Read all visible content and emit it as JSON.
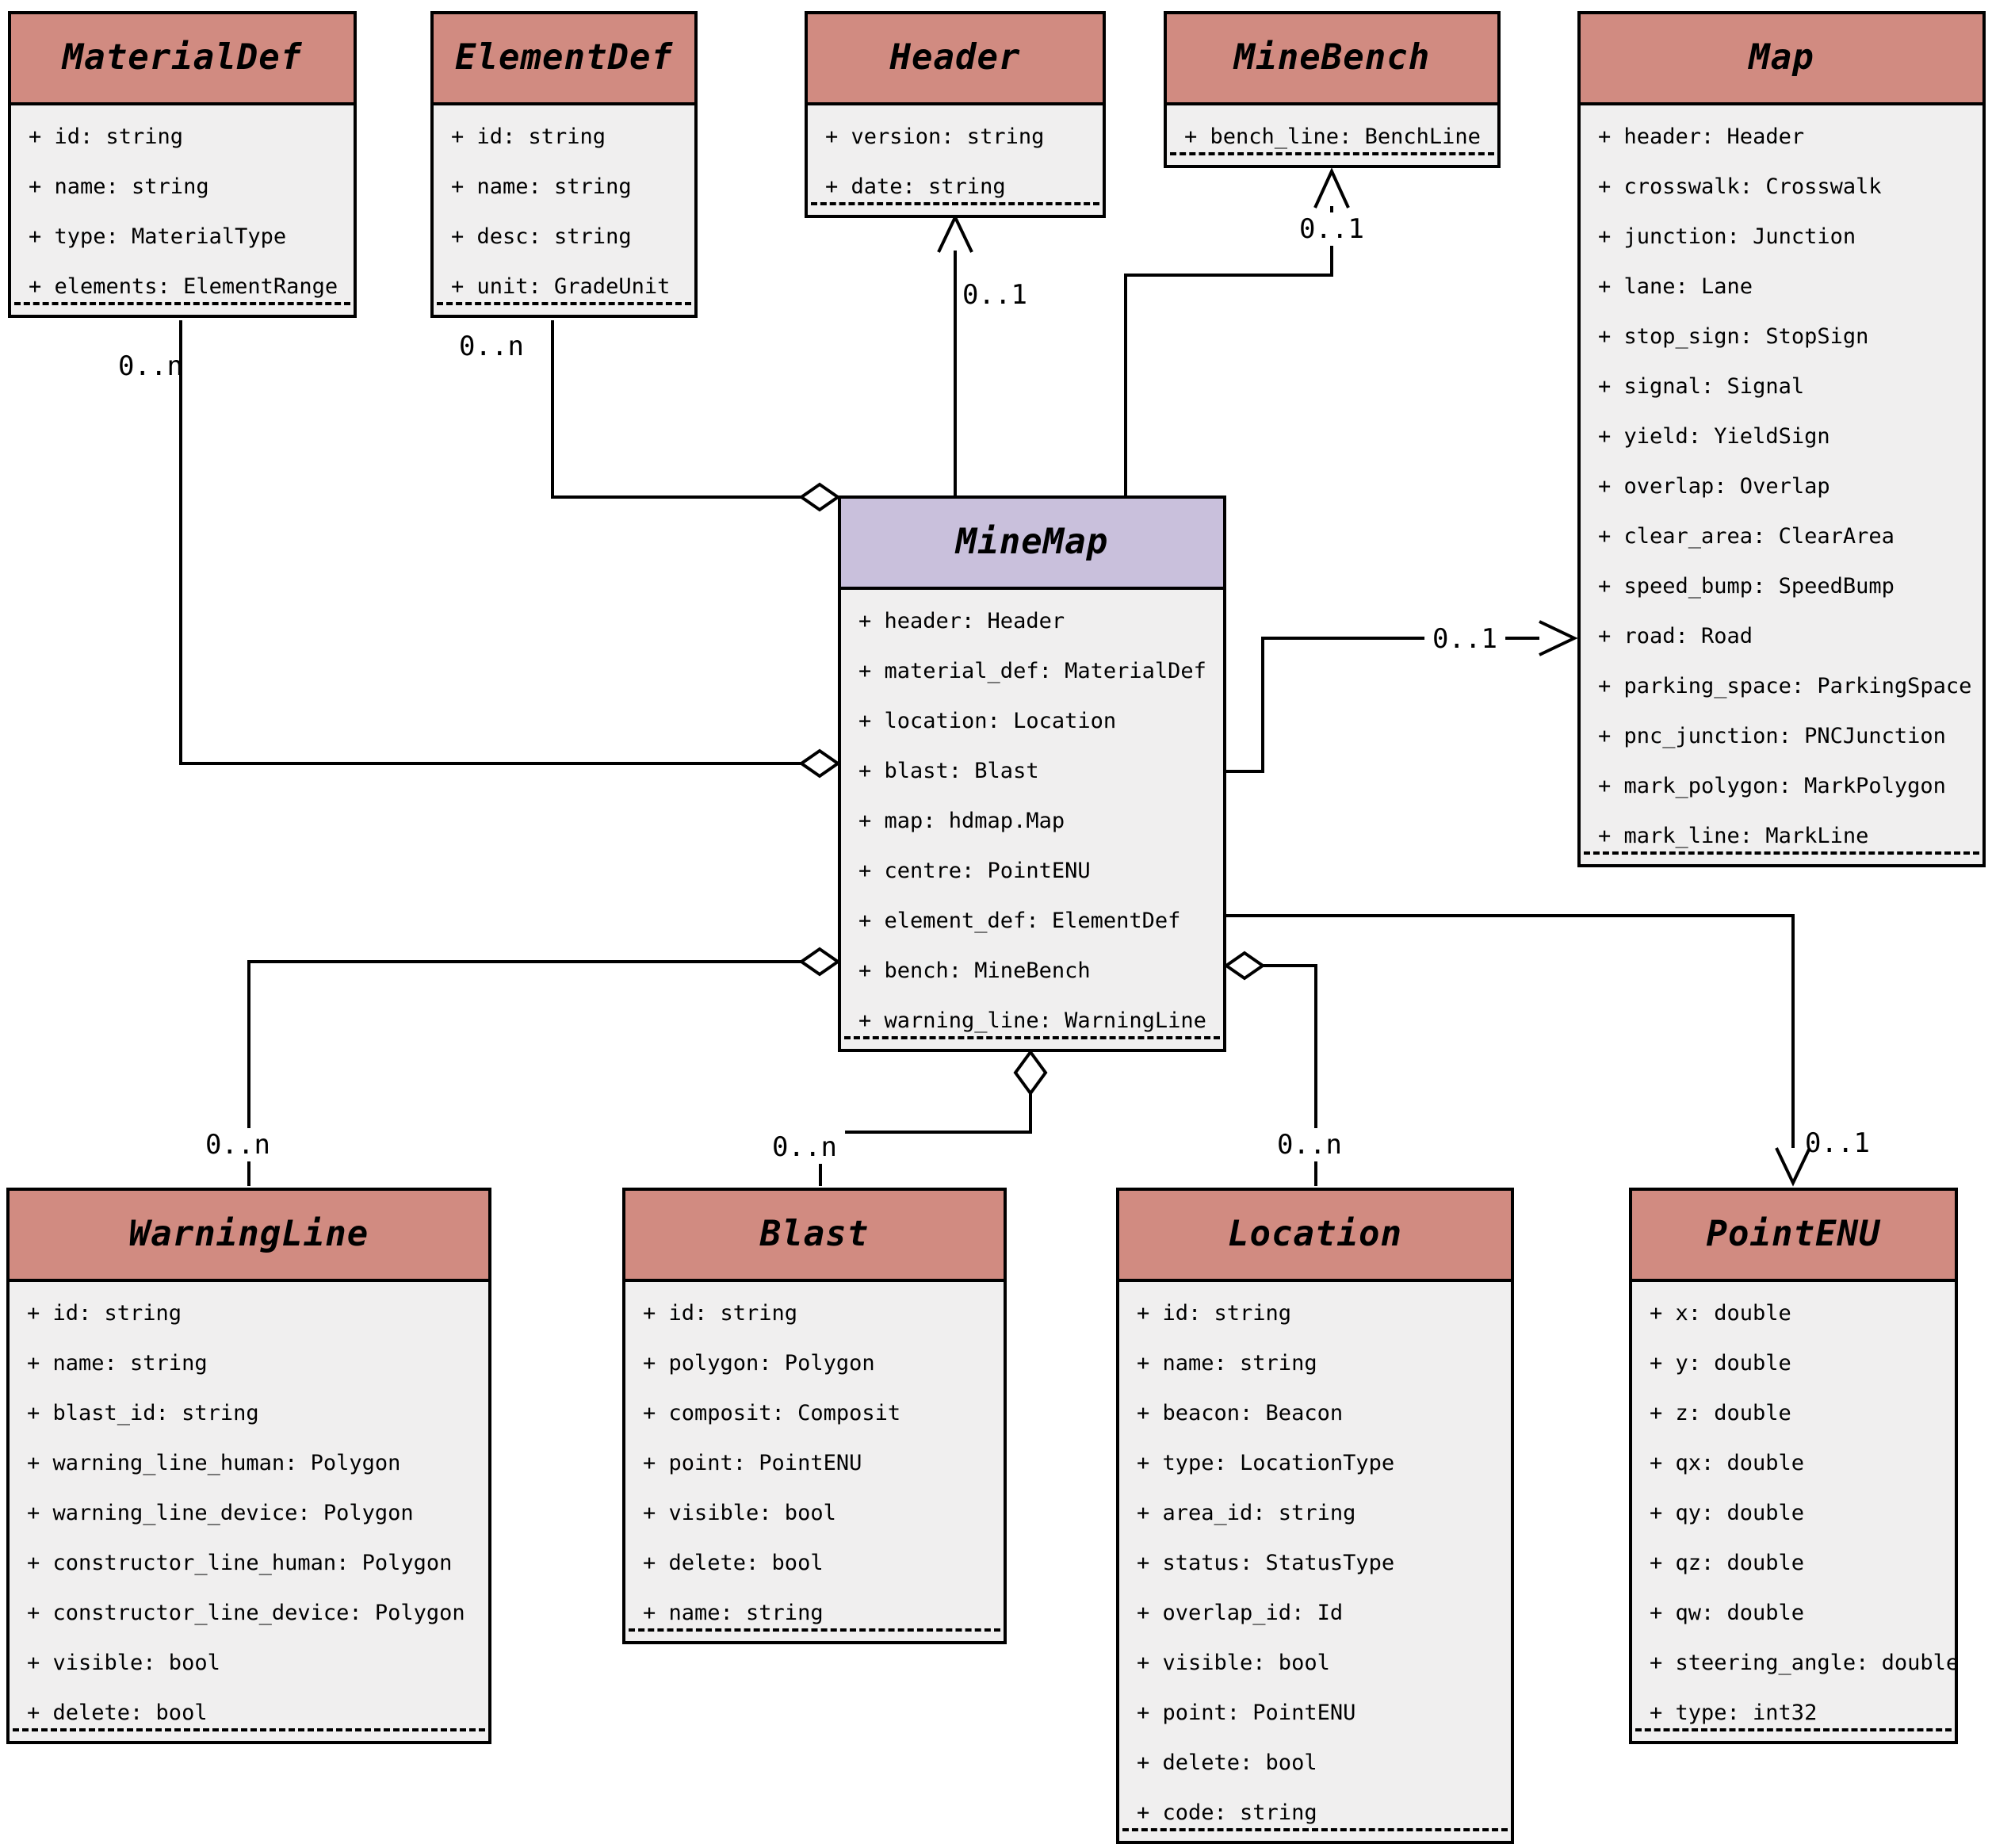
{
  "diagram": {
    "kind": "uml-class-diagram",
    "colors": {
      "class_header": "#d18b81",
      "highlight_header": "#c9c0dc",
      "body_fill": "#f0efef",
      "border": "#000000",
      "background": "#ffffff"
    },
    "classes": [
      {
        "id": "materialdef",
        "title": "MaterialDef",
        "highlight": false,
        "attributes": [
          "+ id: string",
          "+ name: string",
          "+ type: MaterialType",
          "+ elements: ElementRange"
        ]
      },
      {
        "id": "elementdef",
        "title": "ElementDef",
        "highlight": false,
        "attributes": [
          "+ id: string",
          "+ name: string",
          "+ desc: string",
          "+ unit: GradeUnit"
        ]
      },
      {
        "id": "header",
        "title": "Header",
        "highlight": false,
        "attributes": [
          "+ version: string",
          "+ date: string"
        ]
      },
      {
        "id": "minebench",
        "title": "MineBench",
        "highlight": false,
        "attributes": [
          "+ bench_line: BenchLine"
        ]
      },
      {
        "id": "map",
        "title": "Map",
        "highlight": false,
        "attributes": [
          "+ header: Header",
          "+ crosswalk: Crosswalk",
          "+ junction: Junction",
          "+ lane: Lane",
          "+ stop_sign: StopSign",
          "+ signal: Signal",
          "+ yield: YieldSign",
          "+ overlap: Overlap",
          "+ clear_area: ClearArea",
          "+ speed_bump: SpeedBump",
          "+ road: Road",
          "+ parking_space: ParkingSpace",
          "+ pnc_junction: PNCJunction",
          "+ mark_polygon: MarkPolygon",
          "+ mark_line: MarkLine"
        ]
      },
      {
        "id": "minemap",
        "title": "MineMap",
        "highlight": true,
        "attributes": [
          "+ header: Header",
          "+ material_def: MaterialDef",
          "+ location: Location",
          "+ blast: Blast",
          "+ map: hdmap.Map",
          "+ centre: PointENU",
          "+ element_def: ElementDef",
          "+ bench: MineBench",
          "+ warning_line: WarningLine"
        ]
      },
      {
        "id": "warningline",
        "title": "WarningLine",
        "highlight": false,
        "attributes": [
          "+ id: string",
          "+ name: string",
          "+ blast_id: string",
          "+ warning_line_human: Polygon",
          "+ warning_line_device: Polygon",
          "+ constructor_line_human: Polygon",
          "+ constructor_line_device: Polygon",
          "+ visible: bool",
          "+ delete: bool"
        ]
      },
      {
        "id": "blast",
        "title": "Blast",
        "highlight": false,
        "attributes": [
          "+ id: string",
          "+ polygon: Polygon",
          "+ composit: Composit",
          "+ point: PointENU",
          "+ visible: bool",
          "+ delete: bool",
          "+ name: string"
        ]
      },
      {
        "id": "location",
        "title": "Location",
        "highlight": false,
        "attributes": [
          "+ id: string",
          "+ name: string",
          "+ beacon: Beacon",
          "+ type: LocationType",
          "+ area_id: string",
          "+ status: StatusType",
          "+ overlap_id: Id",
          "+ visible: bool",
          "+ point: PointENU",
          "+ delete: bool",
          "+ code: string"
        ]
      },
      {
        "id": "pointenu",
        "title": "PointENU",
        "highlight": false,
        "attributes": [
          "+ x: double",
          "+ y: double",
          "+ z: double",
          "+ qx: double",
          "+ qy: double",
          "+ qz: double",
          "+ qw: double",
          "+ steering_angle: double",
          "+ type: int32"
        ]
      }
    ],
    "relationships": [
      {
        "from": "MaterialDef",
        "to": "MineMap",
        "kind": "aggregation",
        "label": "0..n"
      },
      {
        "from": "ElementDef",
        "to": "MineMap",
        "kind": "aggregation",
        "label": "0..n"
      },
      {
        "from": "MineMap",
        "to": "Header",
        "kind": "association-arrow",
        "label": "0..1"
      },
      {
        "from": "MineMap",
        "to": "MineBench",
        "kind": "association-arrow",
        "label": "0..1"
      },
      {
        "from": "MineMap",
        "to": "Map",
        "kind": "association-arrow",
        "label": "0..1"
      },
      {
        "from": "MineMap",
        "to": "PointENU",
        "kind": "association-arrow",
        "label": "0..1"
      },
      {
        "from": "Location",
        "to": "MineMap",
        "kind": "aggregation",
        "label": "0..n"
      },
      {
        "from": "Blast",
        "to": "MineMap",
        "kind": "aggregation",
        "label": "0..n"
      },
      {
        "from": "WarningLine",
        "to": "MineMap",
        "kind": "aggregation",
        "label": "0..n"
      }
    ]
  }
}
